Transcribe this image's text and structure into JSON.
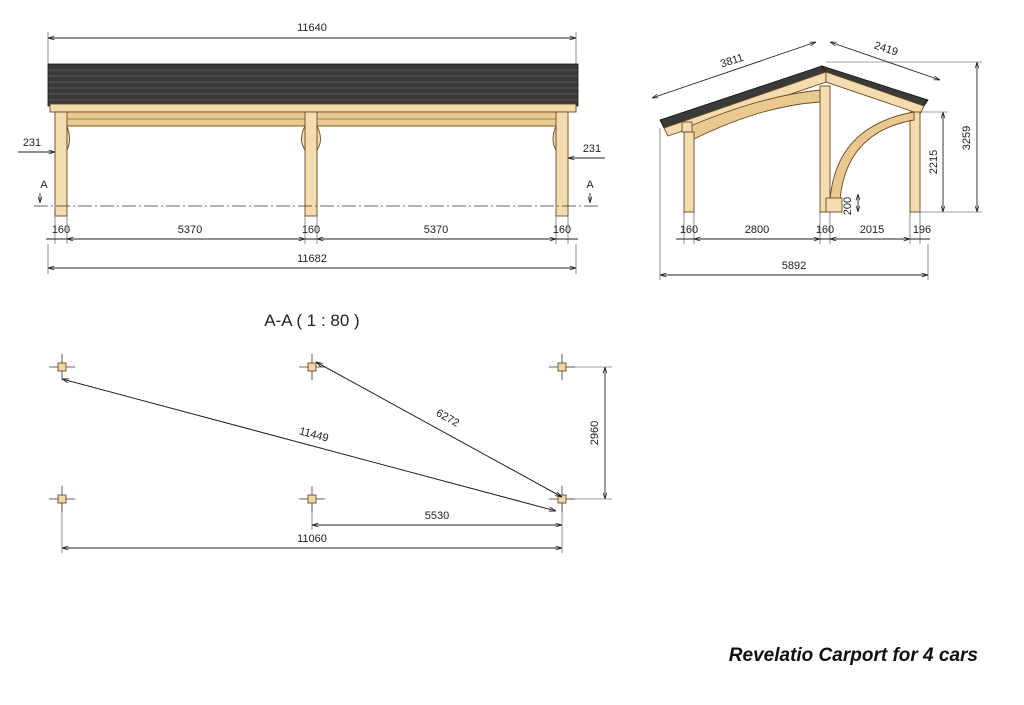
{
  "front_view": {
    "total_roof_length": "11640",
    "total_length": "11682",
    "overhang_left": "231",
    "overhang_right": "231",
    "section_marker_left": "A",
    "section_marker_right": "A",
    "post_width_1": "160",
    "span_1": "5370",
    "post_width_2": "160",
    "span_2": "5370",
    "post_width_3": "160"
  },
  "side_view": {
    "rafter_left": "3811",
    "rafter_right": "2419",
    "total_height": "3259",
    "eave_height": "2215",
    "base_height": "200",
    "post_left": "160",
    "span_left": "2800",
    "post_mid": "160",
    "span_right": "2015",
    "post_right": "196",
    "total_width": "5892"
  },
  "plan_view": {
    "title": "A-A ( 1 : 80 )",
    "diagonal_long": "11449",
    "diagonal_short": "6272",
    "depth": "2960",
    "half_span": "5530",
    "full_span": "11060"
  },
  "caption": "Revelatio Carport for 4 cars"
}
